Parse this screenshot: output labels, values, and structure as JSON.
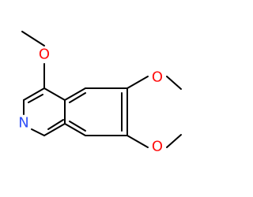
{
  "atoms": [
    {
      "id": "o1",
      "element": "O",
      "color": "#ff0d0d"
    },
    {
      "id": "o2",
      "element": "O",
      "color": "#ff0d0d"
    },
    {
      "id": "o3",
      "element": "O",
      "color": "#ff0d0d"
    },
    {
      "id": "n1",
      "element": "N",
      "color": "#3050f8"
    }
  ],
  "bond_color": "#000000"
}
